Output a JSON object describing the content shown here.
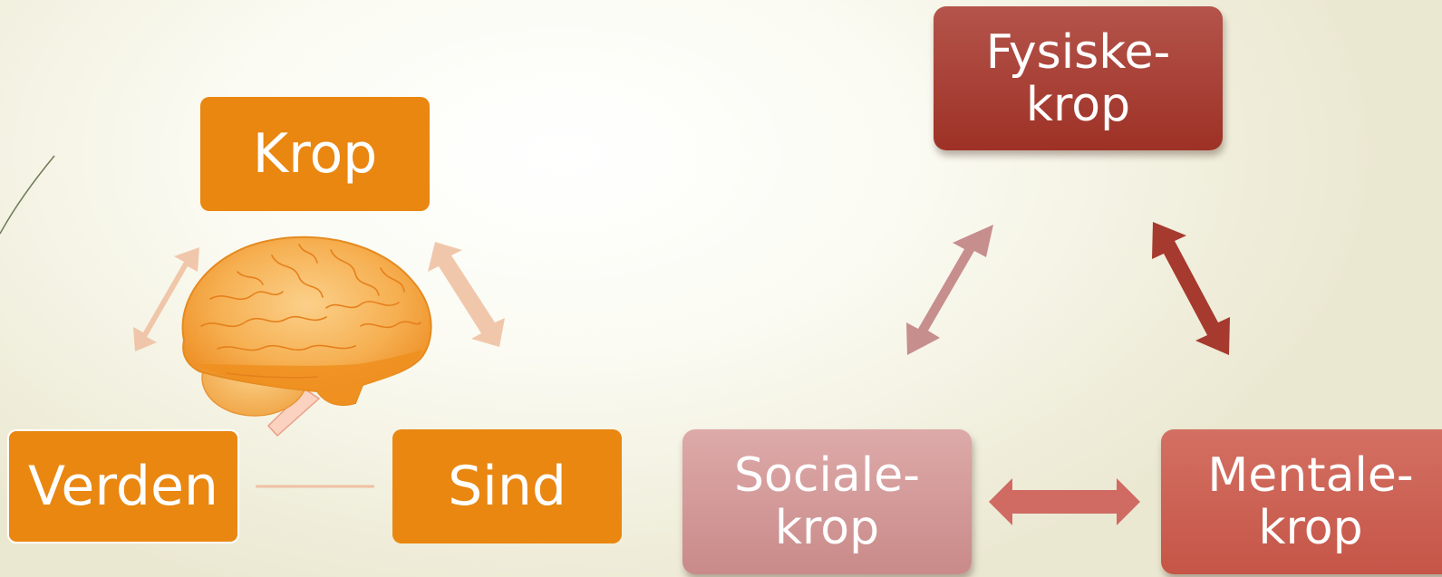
{
  "left_cycle": {
    "krop": "Krop",
    "verden": "Verden",
    "sind": "Sind"
  },
  "right_cycle": {
    "fysiske": [
      "Fysiske-",
      "krop"
    ],
    "sociale": [
      "Sociale-",
      "krop"
    ],
    "mentale": [
      "Mentale-",
      "krop"
    ]
  },
  "colors": {
    "orange": "#e98711",
    "orange_arrow": "#efc1a3",
    "fysiske": "#a9443a",
    "sociale": "#d49e9e",
    "mentale": "#cc6557",
    "arrow_fysiske_sociale": "#c78e8e",
    "arrow_fysiske_mentale": "#a63a2f",
    "arrow_sociale_mentale": "#cf6b62"
  }
}
